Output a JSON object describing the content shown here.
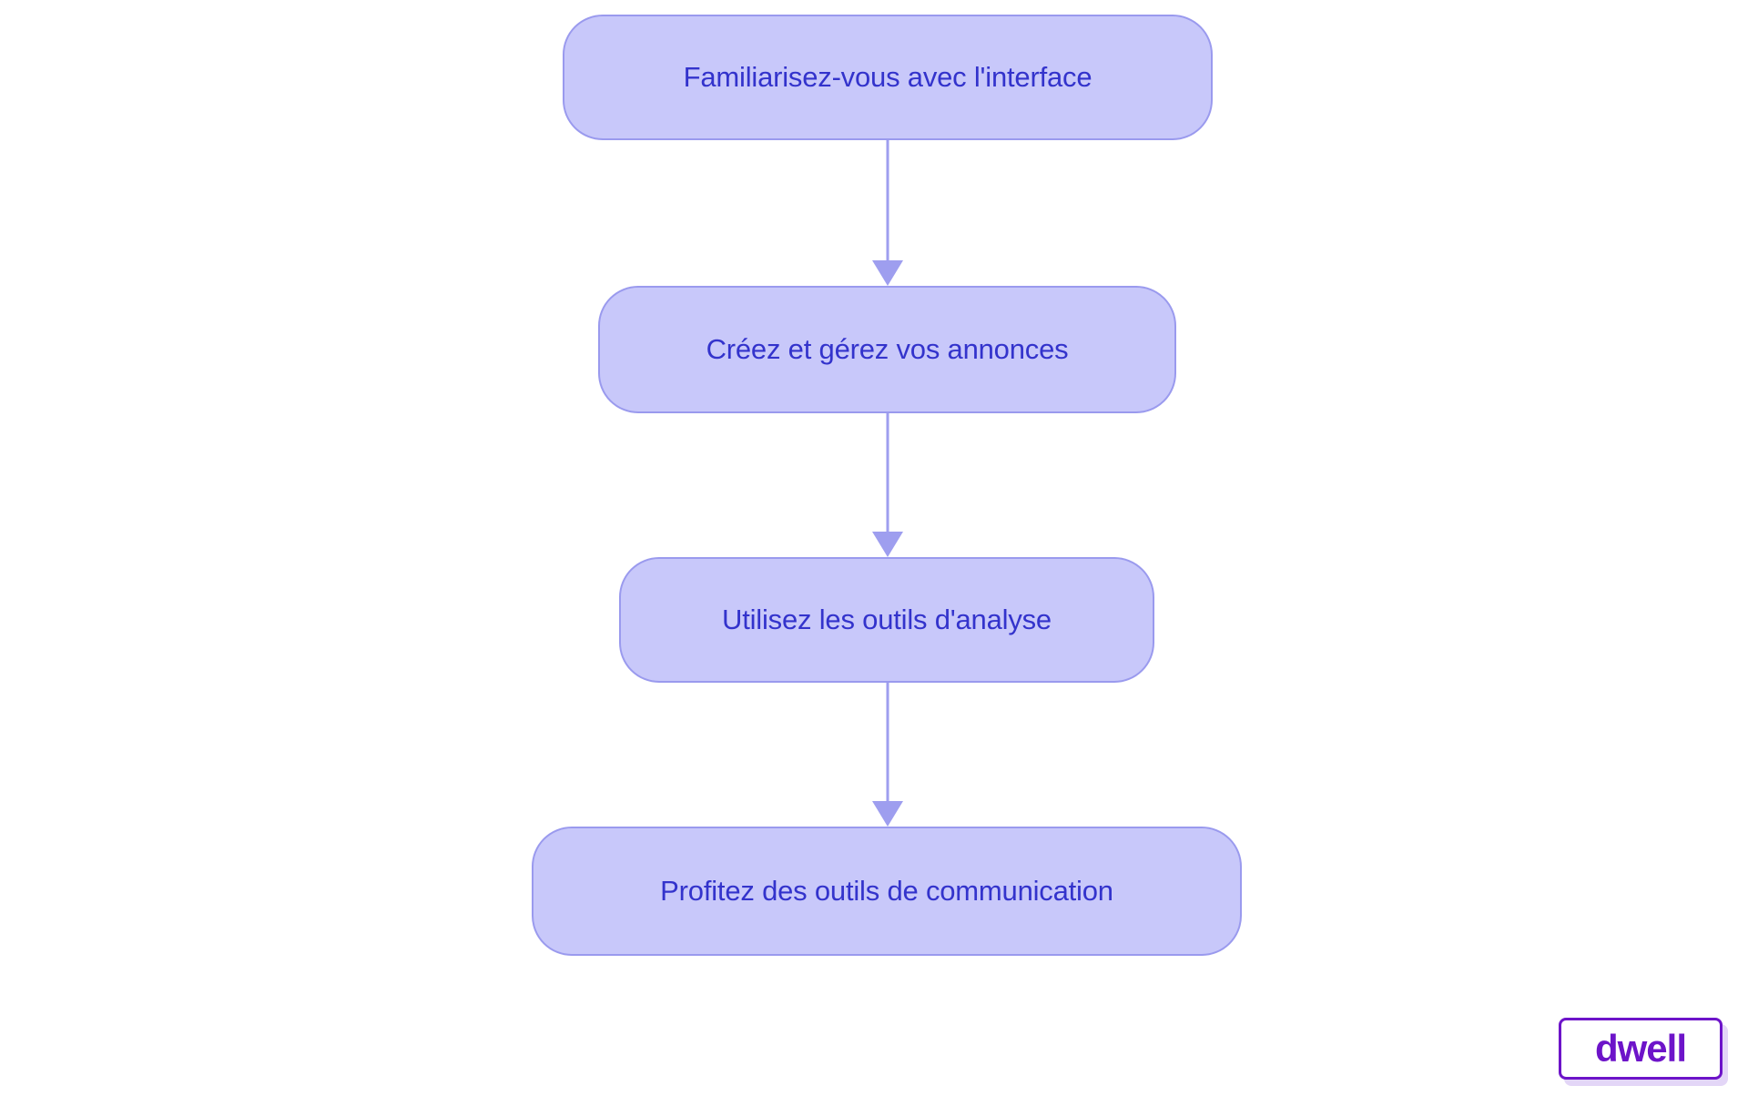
{
  "diagram": {
    "type": "flowchart",
    "direction": "top-to-bottom",
    "background_color": "#ffffff",
    "node_fill_color": "#c8c8fa",
    "node_border_color": "#9a9aee",
    "node_text_color": "#3333cc",
    "edge_color": "#9e9eef",
    "nodes": [
      {
        "id": "n0",
        "label": "Familiarisez-vous avec l'interface"
      },
      {
        "id": "n1",
        "label": "Créez et gérez vos annonces"
      },
      {
        "id": "n2",
        "label": "Utilisez les outils d'analyse"
      },
      {
        "id": "n3",
        "label": "Profitez des outils de communication"
      }
    ],
    "edges": [
      {
        "from": "n0",
        "to": "n1",
        "label": ""
      },
      {
        "from": "n1",
        "to": "n2",
        "label": ""
      },
      {
        "from": "n2",
        "to": "n3",
        "label": ""
      }
    ]
  },
  "watermark": {
    "text": "dwell",
    "text_color": "#6d14c9",
    "border_color": "#6d14c9",
    "shadow_color": "#e3d6f7"
  }
}
